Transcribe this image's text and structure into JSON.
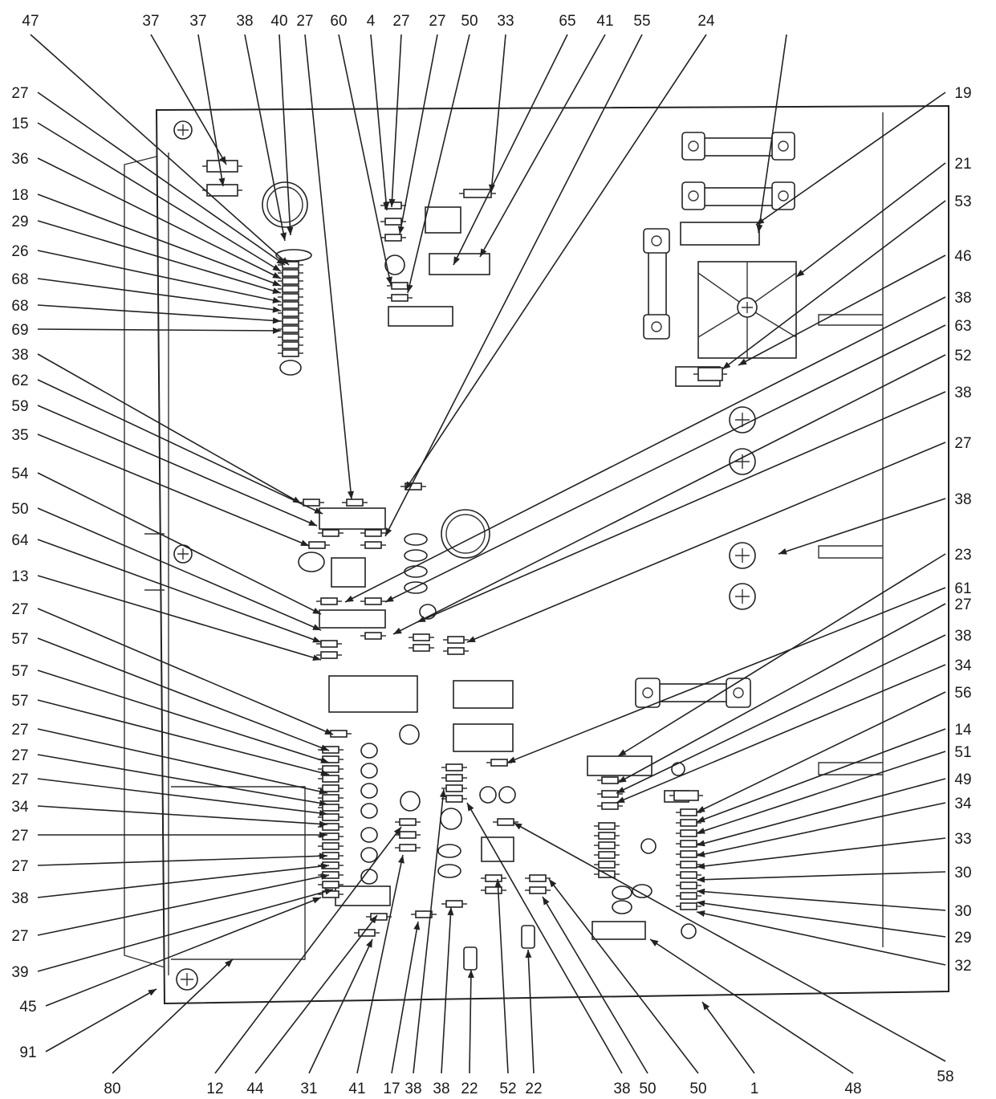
{
  "callouts": {
    "top": [
      "47",
      "37",
      "37",
      "38",
      "40",
      "27",
      "60",
      "4",
      "27",
      "27",
      "50",
      "33",
      "65",
      "41",
      "55",
      "24"
    ],
    "left": [
      "27",
      "15",
      "36",
      "18",
      "29",
      "26",
      "68",
      "68",
      "69",
      "38",
      "62",
      "59",
      "35",
      "54",
      "50",
      "64",
      "13",
      "27",
      "57",
      "57",
      "57",
      "27",
      "27",
      "27",
      "34",
      "27",
      "27",
      "38",
      "27",
      "39",
      "45",
      "91"
    ],
    "right": [
      "19",
      "21",
      "53",
      "46",
      "38",
      "63",
      "52",
      "38",
      "27",
      "38",
      "23",
      "61",
      "27",
      "38",
      "34",
      "56",
      "14",
      "51",
      "49",
      "34",
      "33",
      "30",
      "30",
      "29",
      "32"
    ],
    "bottom": [
      "80",
      "12",
      "44",
      "31",
      "41",
      "17",
      "38",
      "38",
      "22",
      "52",
      "22",
      "38",
      "50",
      "50",
      "1",
      "48",
      "58"
    ]
  }
}
